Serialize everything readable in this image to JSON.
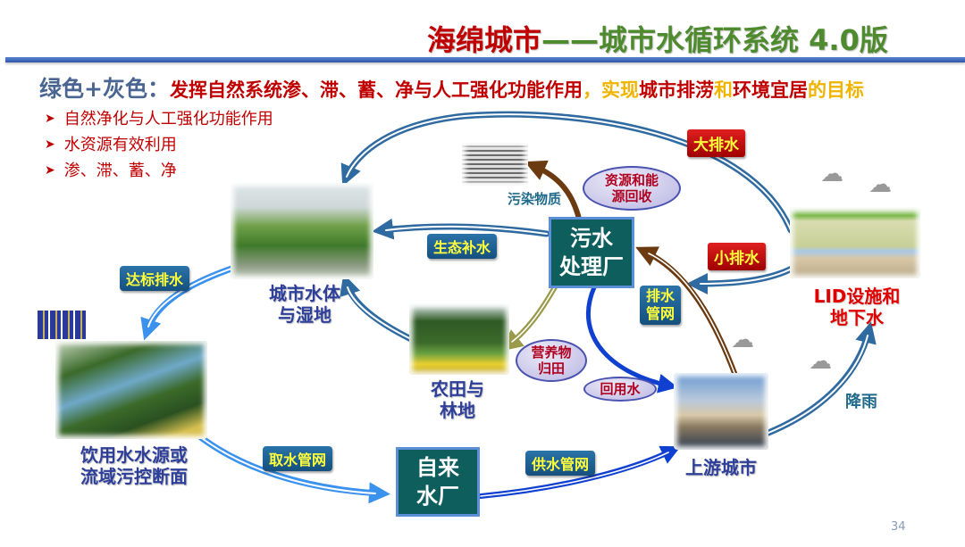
{
  "header": {
    "title_part1": "海绵城市",
    "title_part2": "——城市水循环系统 4.0版"
  },
  "subtitle": {
    "lead": "绿色+灰色：",
    "segments": [
      {
        "text": "发挥自然系统渗、滞、蓄、净与人工强化功能作用",
        "color": "#c00000"
      },
      {
        "text": "，实现",
        "color": "#f0b400"
      },
      {
        "text": "城市排涝",
        "color": "#c00000"
      },
      {
        "text": "和",
        "color": "#f0b400"
      },
      {
        "text": "环境宜居",
        "color": "#c00000"
      },
      {
        "text": "的目标",
        "color": "#f0b400"
      }
    ]
  },
  "bullets": [
    {
      "text": "自然净化与人工强化功能作用"
    },
    {
      "text": "水资源有效利用"
    },
    {
      "text": "渗、滞、蓄、净"
    }
  ],
  "nodes": {
    "urban_water": "城市水体\n与湿地",
    "farmland": "农田与\n林地",
    "drinking_source": "饮用水水源或\n流域污控断面",
    "upstream_city": "上游城市",
    "lid": "LID设施和\n地下水",
    "pollutants": "污染物质",
    "wwtp": "污水\n处理厂",
    "waterworks": "自来\n水厂"
  },
  "flow_labels": {
    "big_drainage": "大排水",
    "small_drainage": "小排水",
    "eco_replenish": "生态补水",
    "standard_discharge": "达标排水",
    "drain_network": "排水\n管网",
    "intake_network": "取水管网",
    "supply_network": "供水管网",
    "rainfall": "降雨"
  },
  "ovals": {
    "resource_recovery": "资源和能\n源回收",
    "nutrients_return": "营养物\n归田",
    "reclaimed_water": "回用水"
  },
  "colors": {
    "title_red": "#c00000",
    "title_green": "#4e8a2e",
    "rule_blue": "#2d56a8",
    "node_label_blue": "#2e3f9a",
    "box_teal": "#0e5e5e",
    "tag_blue": "#1a5e90",
    "tag_yellow_text": "#ffff3c",
    "lid_red": "#e00000",
    "rain_label": "#1f6a8a"
  },
  "page_number": "34"
}
